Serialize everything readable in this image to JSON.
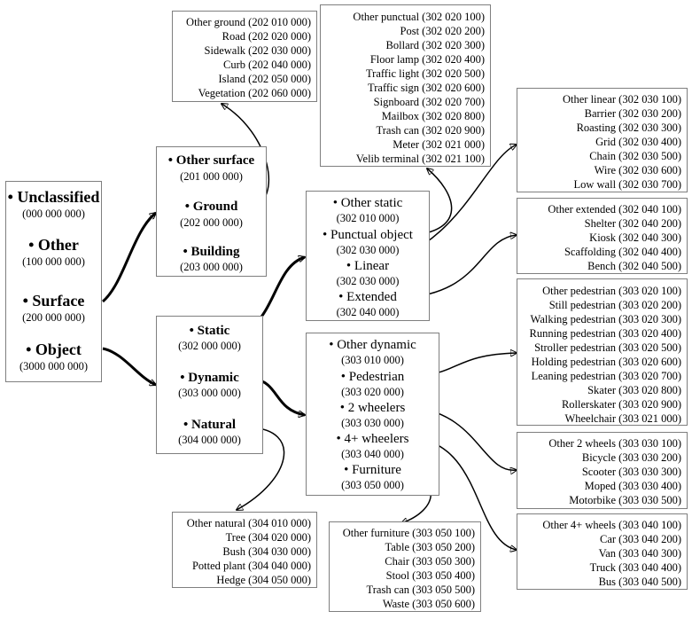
{
  "root": [
    {
      "label": "• Unclassified",
      "code": "(000 000 000)"
    },
    {
      "label": "• Other",
      "code": "(100 000 000)"
    },
    {
      "label": "• Surface",
      "code": "(200 000 000)"
    },
    {
      "label": "• Object",
      "code": "(3000 000 000)"
    }
  ],
  "surface": [
    {
      "label": "• Other surface",
      "code": "(201 000 000)"
    },
    {
      "label": "• Ground",
      "code": "(202 000 000)"
    },
    {
      "label": "• Building",
      "code": "(203 000 000)"
    }
  ],
  "object": [
    {
      "label": "• Static",
      "code": "(302 000 000)"
    },
    {
      "label": "• Dynamic",
      "code": "(303 000 000)"
    },
    {
      "label": "• Natural",
      "code": "(304 000 000)"
    }
  ],
  "static": [
    {
      "label": "• Other static",
      "code": "(302 010 000)"
    },
    {
      "label": "• Punctual object",
      "code": "(302 030 000)"
    },
    {
      "label": "• Linear",
      "code": "(302 030 000)"
    },
    {
      "label": "• Extended",
      "code": "(302 040 000)"
    }
  ],
  "dynamic": [
    {
      "label": "• Other dynamic",
      "code": "(303 010 000)"
    },
    {
      "label": "• Pedestrian",
      "code": "(303 020 000)"
    },
    {
      "label": "• 2 wheelers",
      "code": "(303 030 000)"
    },
    {
      "label": "• 4+ wheelers",
      "code": "(303 040 000)"
    },
    {
      "label": "• Furniture",
      "code": "(303 050 000)"
    }
  ],
  "ground_items": [
    "Other ground (202 010 000)",
    "Road (202 020 000)",
    "Sidewalk (202 030 000)",
    "Curb (202 040 000)",
    "Island (202 050 000)",
    "Vegetation (202 060 000)"
  ],
  "punctual_items": [
    "Other punctual (302 020 100)",
    "Post (302 020 200)",
    "Bollard (302 020 300)",
    "Floor lamp (302 020 400)",
    "Traffic light (302 020 500)",
    "Traffic sign (302 020 600)",
    "Signboard (302 020 700)",
    "Mailbox (302 020 800)",
    "Trash can (302 020 900)",
    "Meter (302 021 000)",
    "Velib terminal (302 021 100)"
  ],
  "linear_items": [
    "Other linear (302 030 100)",
    "Barrier (302 030 200)",
    "Roasting (302 030 300)",
    "Grid (302 030 400)",
    "Chain (302 030 500)",
    "Wire (302 030 600)",
    "Low wall (302 030 700)"
  ],
  "extended_items": [
    "Other extended (302 040 100)",
    "Shelter (302 040 200)",
    "Kiosk (302 040 300)",
    "Scaffolding (302 040 400)",
    "Bench (302 040 500)"
  ],
  "pedestrian_items": [
    "Other pedestrian (303 020 100)",
    "Still pedestrian (303 020 200)",
    "Walking pedestrian (303 020 300)",
    "Running pedestrian (303 020 400)",
    "Stroller pedestrian (303 020 500)",
    "Holding pedestrian (303 020 600)",
    "Leaning pedestrian (303 020 700)",
    "Skater (303 020 800)",
    "Rollerskater (303 020 900)",
    "Wheelchair (303 021 000)"
  ],
  "wheels2_items": [
    "Other 2 wheels (303 030 100)",
    "Bicycle (303 030 200)",
    "Scooter (303 030 300)",
    "Moped (303 030 400)",
    "Motorbike (303 030 500)"
  ],
  "wheels4_items": [
    "Other 4+ wheels (303 040 100)",
    "Car (303 040 200)",
    "Van (303 040 300)",
    "Truck (303 040 400)",
    "Bus (303 040 500)"
  ],
  "furniture_items": [
    "Other furniture (303 050 100)",
    "Table (303 050 200)",
    "Chair (303 050 300)",
    "Stool (303 050 400)",
    "Trash can (303 050 500)",
    "Waste (303 050 600)"
  ],
  "natural_items": [
    "Other natural (304 010 000)",
    "Tree (304 020 000)",
    "Bush (304 030 000)",
    "Potted plant (304 040 000)",
    "Hedge (304 050 000)"
  ]
}
